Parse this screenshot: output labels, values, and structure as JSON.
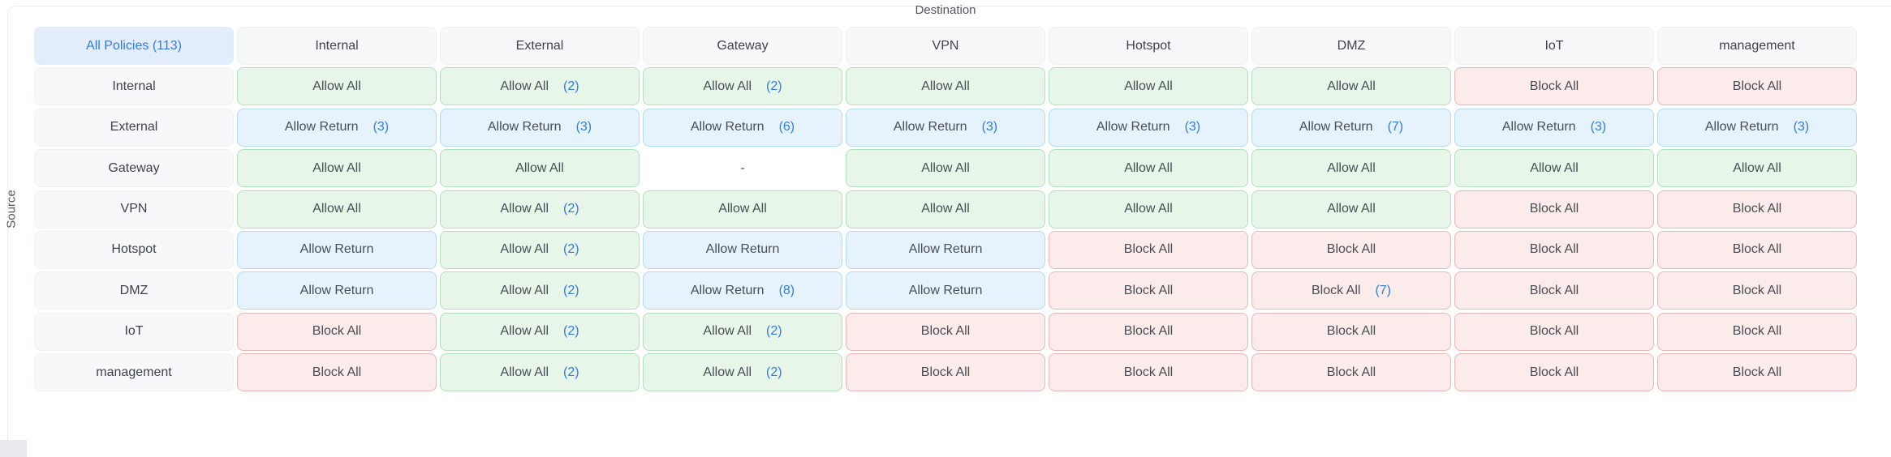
{
  "matrix": {
    "destination_label": "Destination",
    "source_label": "Source",
    "all_policies_label": "All Policies (113)",
    "destinations": [
      "Internal",
      "External",
      "Gateway",
      "VPN",
      "Hotspot",
      "DMZ",
      "IoT",
      "management"
    ],
    "rows": [
      {
        "label": "Internal",
        "cells": [
          {
            "text": "Allow All",
            "count": "",
            "type": "allow"
          },
          {
            "text": "Allow All",
            "count": "(2)",
            "type": "allow"
          },
          {
            "text": "Allow All",
            "count": "(2)",
            "type": "allow"
          },
          {
            "text": "Allow All",
            "count": "",
            "type": "allow"
          },
          {
            "text": "Allow All",
            "count": "",
            "type": "allow"
          },
          {
            "text": "Allow All",
            "count": "",
            "type": "allow"
          },
          {
            "text": "Block All",
            "count": "",
            "type": "block"
          },
          {
            "text": "Block All",
            "count": "",
            "type": "block"
          }
        ]
      },
      {
        "label": "External",
        "cells": [
          {
            "text": "Allow Return",
            "count": "(3)",
            "type": "return"
          },
          {
            "text": "Allow Return",
            "count": "(3)",
            "type": "return"
          },
          {
            "text": "Allow Return",
            "count": "(6)",
            "type": "return"
          },
          {
            "text": "Allow Return",
            "count": "(3)",
            "type": "return"
          },
          {
            "text": "Allow Return",
            "count": "(3)",
            "type": "return"
          },
          {
            "text": "Allow Return",
            "count": "(7)",
            "type": "return"
          },
          {
            "text": "Allow Return",
            "count": "(3)",
            "type": "return"
          },
          {
            "text": "Allow Return",
            "count": "(3)",
            "type": "return"
          }
        ]
      },
      {
        "label": "Gateway",
        "cells": [
          {
            "text": "Allow All",
            "count": "",
            "type": "allow"
          },
          {
            "text": "Allow All",
            "count": "",
            "type": "allow"
          },
          {
            "text": "-",
            "count": "",
            "type": "none"
          },
          {
            "text": "Allow All",
            "count": "",
            "type": "allow"
          },
          {
            "text": "Allow All",
            "count": "",
            "type": "allow"
          },
          {
            "text": "Allow All",
            "count": "",
            "type": "allow"
          },
          {
            "text": "Allow All",
            "count": "",
            "type": "allow"
          },
          {
            "text": "Allow All",
            "count": "",
            "type": "allow"
          }
        ]
      },
      {
        "label": "VPN",
        "cells": [
          {
            "text": "Allow All",
            "count": "",
            "type": "allow"
          },
          {
            "text": "Allow All",
            "count": "(2)",
            "type": "allow"
          },
          {
            "text": "Allow All",
            "count": "",
            "type": "allow"
          },
          {
            "text": "Allow All",
            "count": "",
            "type": "allow"
          },
          {
            "text": "Allow All",
            "count": "",
            "type": "allow"
          },
          {
            "text": "Allow All",
            "count": "",
            "type": "allow"
          },
          {
            "text": "Block All",
            "count": "",
            "type": "block"
          },
          {
            "text": "Block All",
            "count": "",
            "type": "block"
          }
        ]
      },
      {
        "label": "Hotspot",
        "cells": [
          {
            "text": "Allow Return",
            "count": "",
            "type": "return"
          },
          {
            "text": "Allow All",
            "count": "(2)",
            "type": "allow"
          },
          {
            "text": "Allow Return",
            "count": "",
            "type": "return"
          },
          {
            "text": "Allow Return",
            "count": "",
            "type": "return"
          },
          {
            "text": "Block All",
            "count": "",
            "type": "block"
          },
          {
            "text": "Block All",
            "count": "",
            "type": "block"
          },
          {
            "text": "Block All",
            "count": "",
            "type": "block"
          },
          {
            "text": "Block All",
            "count": "",
            "type": "block"
          }
        ]
      },
      {
        "label": "DMZ",
        "cells": [
          {
            "text": "Allow Return",
            "count": "",
            "type": "return"
          },
          {
            "text": "Allow All",
            "count": "(2)",
            "type": "allow"
          },
          {
            "text": "Allow Return",
            "count": "(8)",
            "type": "return"
          },
          {
            "text": "Allow Return",
            "count": "",
            "type": "return"
          },
          {
            "text": "Block All",
            "count": "",
            "type": "block"
          },
          {
            "text": "Block All",
            "count": "(7)",
            "type": "block"
          },
          {
            "text": "Block All",
            "count": "",
            "type": "block"
          },
          {
            "text": "Block All",
            "count": "",
            "type": "block"
          }
        ]
      },
      {
        "label": "IoT",
        "cells": [
          {
            "text": "Block All",
            "count": "",
            "type": "block"
          },
          {
            "text": "Allow All",
            "count": "(2)",
            "type": "allow"
          },
          {
            "text": "Allow All",
            "count": "(2)",
            "type": "allow"
          },
          {
            "text": "Block All",
            "count": "",
            "type": "block"
          },
          {
            "text": "Block All",
            "count": "",
            "type": "block"
          },
          {
            "text": "Block All",
            "count": "",
            "type": "block"
          },
          {
            "text": "Block All",
            "count": "",
            "type": "block"
          },
          {
            "text": "Block All",
            "count": "",
            "type": "block"
          }
        ]
      },
      {
        "label": "management",
        "cells": [
          {
            "text": "Block All",
            "count": "",
            "type": "block"
          },
          {
            "text": "Allow All",
            "count": "(2)",
            "type": "allow"
          },
          {
            "text": "Allow All",
            "count": "(2)",
            "type": "allow"
          },
          {
            "text": "Block All",
            "count": "",
            "type": "block"
          },
          {
            "text": "Block All",
            "count": "",
            "type": "block"
          },
          {
            "text": "Block All",
            "count": "",
            "type": "block"
          },
          {
            "text": "Block All",
            "count": "",
            "type": "block"
          },
          {
            "text": "Block All",
            "count": "",
            "type": "block"
          }
        ]
      }
    ],
    "colors": {
      "allow_bg": "#e8f6ea",
      "allow_border": "#b2dfbc",
      "return_bg": "#e7f3fc",
      "return_border": "#b3dcf4",
      "block_bg": "#fcebeb",
      "block_border": "#eab6b6",
      "header_bg": "#f7f8fa",
      "all_policies_bg": "#e3edfb",
      "accent_blue": "#2f7ce2",
      "text": "#474e54"
    }
  }
}
